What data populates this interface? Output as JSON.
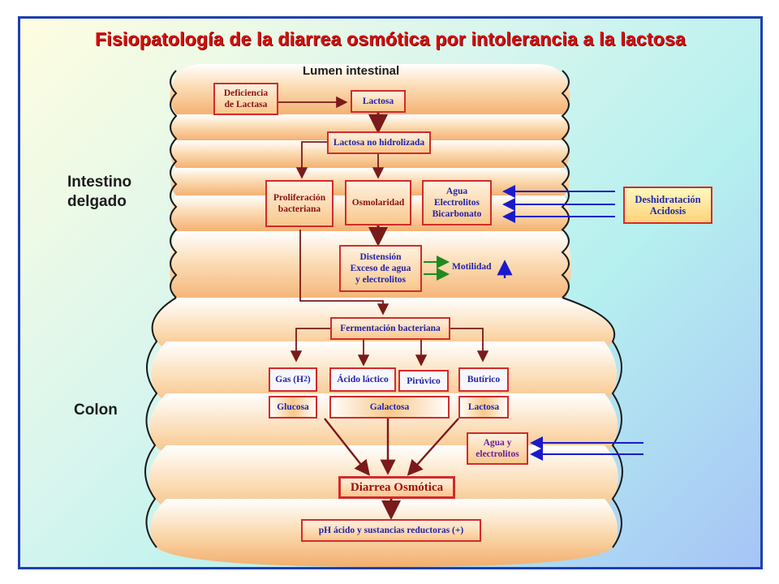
{
  "title": "Fisiopatología de la diarrea osmótica por intolerancia a la lactosa",
  "sections": {
    "lumen": "Lumen intestinal",
    "intestino": "Intestino\ndelgado",
    "colon": "Colon"
  },
  "nodes": {
    "deficiencia": "Deficiencia\nde Lactasa",
    "lactosa_top": "Lactosa",
    "lactosa_nh": "Lactosa no hidrolizada",
    "proliferacion": "Proliferación\nbacteriana",
    "osmolaridad": "Osmolaridad",
    "agua_elec": "Agua\nElectrolitos\nBicarbonato",
    "deshidratacion": "Deshidratación\nAcidosis",
    "distension": "Distensión\nExceso de agua\ny electrolitos",
    "motilidad": "Motilidad",
    "fermentacion": "Fermentación bacteriana",
    "gas": "Gas (H",
    "gas_sub": "2",
    "gas_end": ")",
    "acido_lactico": "Ácido láctico",
    "piruvico": "Pirúvico",
    "butirico": "Butírico",
    "glucosa": "Glucosa",
    "galactosa": "Galactosa",
    "lactosa_colon": "Lactosa",
    "agua_y_elec": "Agua y\nelectrolitos",
    "diarrea": "Diarrea Osmótica",
    "ph": "pH ácido y sustancias reductoras (+)"
  },
  "colors": {
    "title": "#d21010",
    "box_border": "#d42a2a",
    "box_text": "#2323a8",
    "blue_arrow": "#1a1acc",
    "green_arrow": "#1f8a1f",
    "dark_arrow": "#7a1a1a"
  }
}
